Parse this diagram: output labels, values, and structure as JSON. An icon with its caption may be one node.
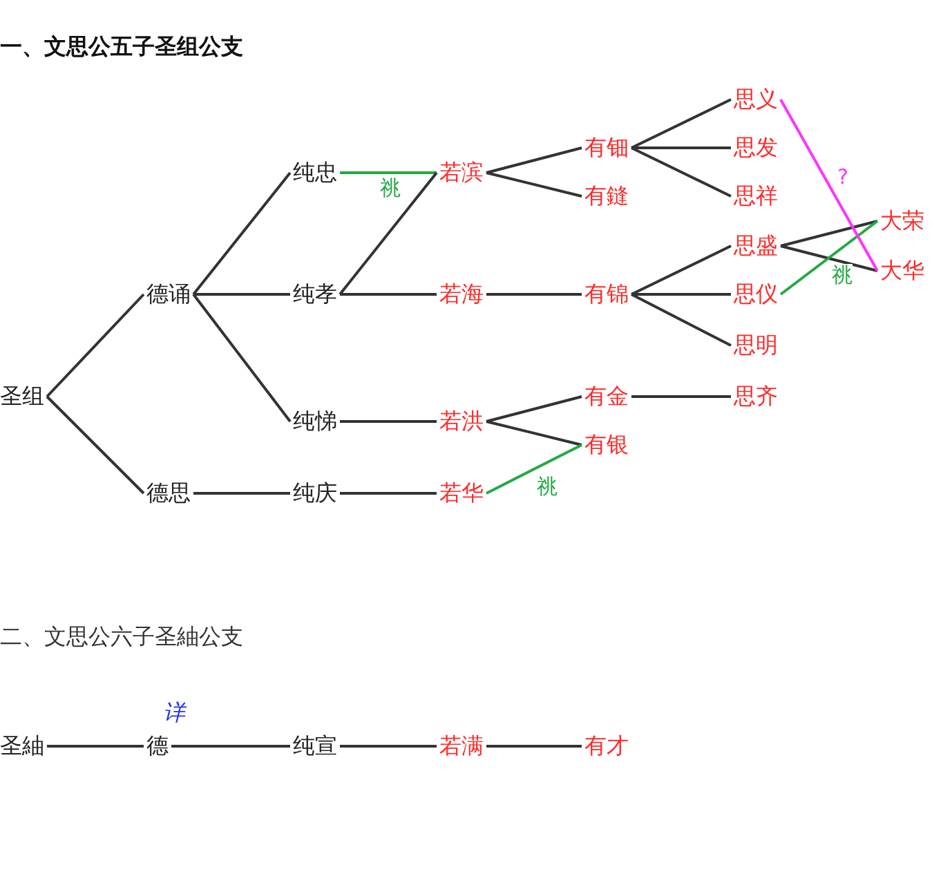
{
  "diagram": {
    "title": "一、文思公五子圣组公支",
    "nodes": [
      {
        "text": [
          "圣组"
        ]
      },
      {
        "text": [
          "德诵"
        ]
      },
      {
        "text": [
          "德思"
        ]
      },
      {
        "text": [
          "纯忠"
        ]
      },
      {
        "text": [
          "纯孝"
        ]
      },
      {
        "text": [
          "纯悌"
        ]
      },
      {
        "text": [
          "纯庆"
        ]
      },
      {
        "text": [
          "若滨"
        ]
      },
      {
        "text": [
          "若海"
        ]
      },
      {
        "text": [
          "若洪"
        ]
      },
      {
        "text": [
          "若华"
        ]
      },
      {
        "text": [
          "有钿"
        ]
      },
      {
        "text": [
          "有鏠"
        ]
      },
      {
        "text": [
          "有锦"
        ]
      },
      {
        "text": [
          "有金"
        ]
      },
      {
        "text": [
          "有银"
        ]
      },
      {
        "text": [
          "思义"
        ]
      },
      {
        "text": [
          "思发"
        ]
      },
      {
        "text": [
          "思祥"
        ]
      },
      {
        "text": [
          "思盛"
        ]
      },
      {
        "text": [
          "思仪"
        ]
      },
      {
        "text": [
          "思明"
        ]
      },
      {
        "text": [
          "思齐"
        ]
      },
      {
        "text": [
          "大荣"
        ]
      },
      {
        "text": [
          "大华"
        ]
      },
      {
        "text": [
          "圣紬"
        ]
      },
      {
        "text": [
          "德"
        ],
        "beside": [
          "详"
        ]
      },
      {
        "text": [
          "纯宣"
        ]
      },
      {
        "text": [
          "若满"
        ]
      },
      {
        "text": [
          "有才"
        ]
      }
    ],
    "edges": [
      {
        "from": 0,
        "to": 1,
        "arrow": "none"
      },
      {
        "from": 0,
        "to": 2,
        "arrow": "none"
      },
      {
        "from": 1,
        "to": 3,
        "arrow": "none"
      },
      {
        "from": 1,
        "to": 4,
        "arrow": "none"
      },
      {
        "from": 1,
        "to": 5,
        "arrow": "none"
      },
      {
        "from": 2,
        "to": 6,
        "arrow": "none"
      },
      {
        "from": 3,
        "to": 7,
        "arrow": "none",
        "label": "祧",
        "color": "#22aa44"
      },
      {
        "from": 4,
        "to": 7,
        "arrow": "none"
      },
      {
        "from": 4,
        "to": 8,
        "arrow": "none"
      },
      {
        "from": 5,
        "to": 9,
        "arrow": "none"
      },
      {
        "from": 6,
        "to": 10,
        "arrow": "none"
      },
      {
        "from": 7,
        "to": 11,
        "arrow": "none"
      },
      {
        "from": 7,
        "to": 12,
        "arrow": "none"
      },
      {
        "from": 8,
        "to": 13,
        "arrow": "none"
      },
      {
        "from": 9,
        "to": 14,
        "arrow": "none"
      },
      {
        "from": 9,
        "to": 15,
        "arrow": "none"
      },
      {
        "from": 10,
        "to": 15,
        "arrow": "none",
        "label": "祧",
        "color": "#22aa44"
      },
      {
        "from": 11,
        "to": 16,
        "arrow": "none"
      },
      {
        "from": 11,
        "to": 17,
        "arrow": "none"
      },
      {
        "from": 11,
        "to": 18,
        "arrow": "none"
      },
      {
        "from": 13,
        "to": 19,
        "arrow": "none"
      },
      {
        "from": 13,
        "to": 20,
        "arrow": "none"
      },
      {
        "from": 13,
        "to": 21,
        "arrow": "none"
      },
      {
        "from": 14,
        "to": 22,
        "arrow": "none"
      },
      {
        "from": 19,
        "to": 23,
        "arrow": "none"
      },
      {
        "from": 19,
        "to": 24,
        "arrow": "none"
      },
      {
        "from": 20,
        "to": 23,
        "arrow": "none",
        "label": "祧",
        "color": "#22aa44"
      },
      {
        "from": 16,
        "to": 24,
        "arrow": "none",
        "label": "?",
        "color": "#ff33ff"
      },
      {
        "from": 25,
        "to": 26,
        "arrow": "none"
      },
      {
        "from": 26,
        "to": 27,
        "arrow": "none"
      },
      {
        "from": 27,
        "to": 28,
        "arrow": "none"
      },
      {
        "from": 28,
        "to": 29,
        "arrow": "none"
      }
    ],
    "labels": [
      "二、文思公六子圣紬公支"
    ]
  }
}
